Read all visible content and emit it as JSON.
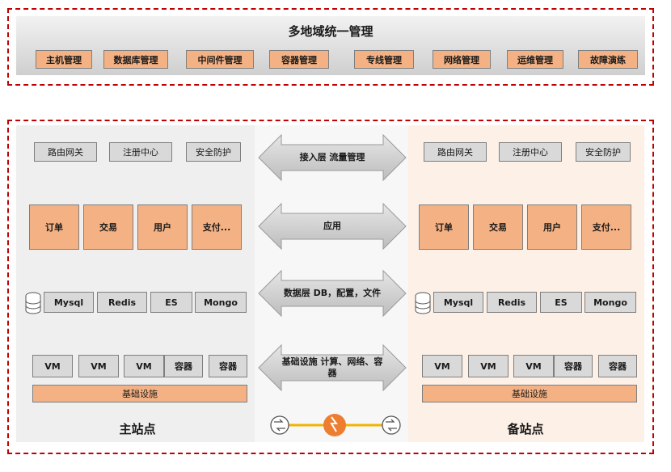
{
  "top": {
    "title": "多地域统一管理",
    "buttons": [
      "主机管理",
      "数据库管理",
      "中间件管理",
      "容器管理",
      "专线管理",
      "网络管理",
      "运维管理",
      "故障演练"
    ]
  },
  "main_site": {
    "label": "主站点",
    "access": [
      "路由网关",
      "注册中心",
      "安全防护"
    ],
    "apps": [
      "订单",
      "交易",
      "用户",
      "支付..."
    ],
    "dbs": [
      "Mysql",
      "Redis",
      "ES",
      "Mongo"
    ],
    "infra": [
      "VM",
      "VM",
      "VM",
      "容器",
      "容器"
    ],
    "infra_label": "基础设施"
  },
  "backup_site": {
    "label": "备站点",
    "access": [
      "路由网关",
      "注册中心",
      "安全防护"
    ],
    "apps": [
      "订单",
      "交易",
      "用户",
      "支付..."
    ],
    "dbs": [
      "Mysql",
      "Redis",
      "ES",
      "Mongo"
    ],
    "infra": [
      "VM",
      "VM",
      "VM",
      "容器",
      "容器"
    ],
    "infra_label": "基础设施"
  },
  "arrows": [
    "接入层 流量管理",
    "应用",
    "数据层 DB，配置，文件",
    "基础设施 计算、网络、容器"
  ],
  "colors": {
    "dash": "#c00000",
    "box_orange": "#f4b183",
    "box_gray": "#d9d9d9",
    "backup_bg": "#fdf0e6",
    "main_bg": "#efefef",
    "link": "#f0b400",
    "link_icon": "#ed7d31"
  }
}
